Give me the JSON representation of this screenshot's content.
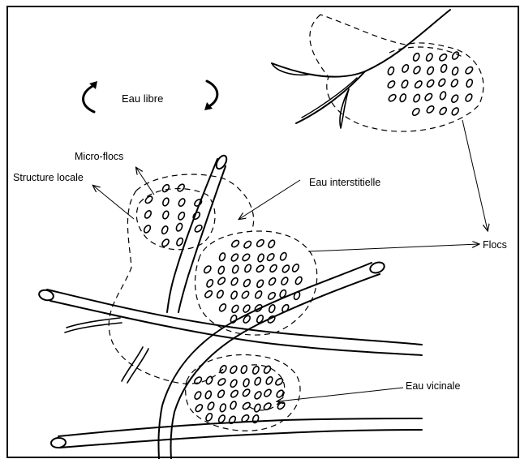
{
  "labels": {
    "eau_libre": "Eau libre",
    "micro_flocs": "Micro-flocs",
    "structure_locale": "Structure locale",
    "eau_interstitielle": "Eau interstitielle",
    "flocs": "Flocs",
    "eau_vicinale": "Eau vicinale"
  },
  "colors": {
    "ink": "#000000",
    "background": "#ffffff",
    "frame": "#000000"
  }
}
